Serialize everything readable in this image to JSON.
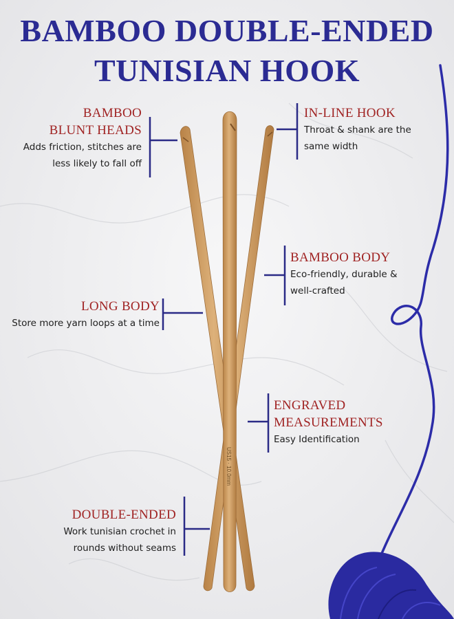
{
  "title": {
    "line1": "BAMBOO DOUBLE-ENDED",
    "line2": "TUNISIAN HOOK"
  },
  "callouts": {
    "blunt_heads": {
      "head1": "BAMBOO",
      "head2": "BLUNT HEADS",
      "desc1": "Adds friction, stitches are",
      "desc2": "less likely to fall off"
    },
    "inline_hook": {
      "head1": "IN-LINE HOOK",
      "desc1": "Throat & shank are the",
      "desc2": "same width"
    },
    "bamboo_body": {
      "head1": "BAMBOO BODY",
      "desc1": "Eco-friendly, durable &",
      "desc2": "well-crafted"
    },
    "long_body": {
      "head1": "LONG BODY",
      "desc1": "Store more yarn loops at a time"
    },
    "engraved": {
      "head1": "ENGRAVED",
      "head2": "MEASUREMENTS",
      "desc1": "Easy Identification"
    },
    "double_ended": {
      "head1": "DOUBLE-ENDED",
      "desc1": "Work tunisian crochet in",
      "desc2": "rounds without seams"
    }
  },
  "engraving": "US15 · 10.0mm",
  "colors": {
    "title": "#2b2b93",
    "heading": "#a02323",
    "bracket": "#2a2a86",
    "bamboo": "#c99a5c",
    "yarn": "#2c2ca8"
  }
}
